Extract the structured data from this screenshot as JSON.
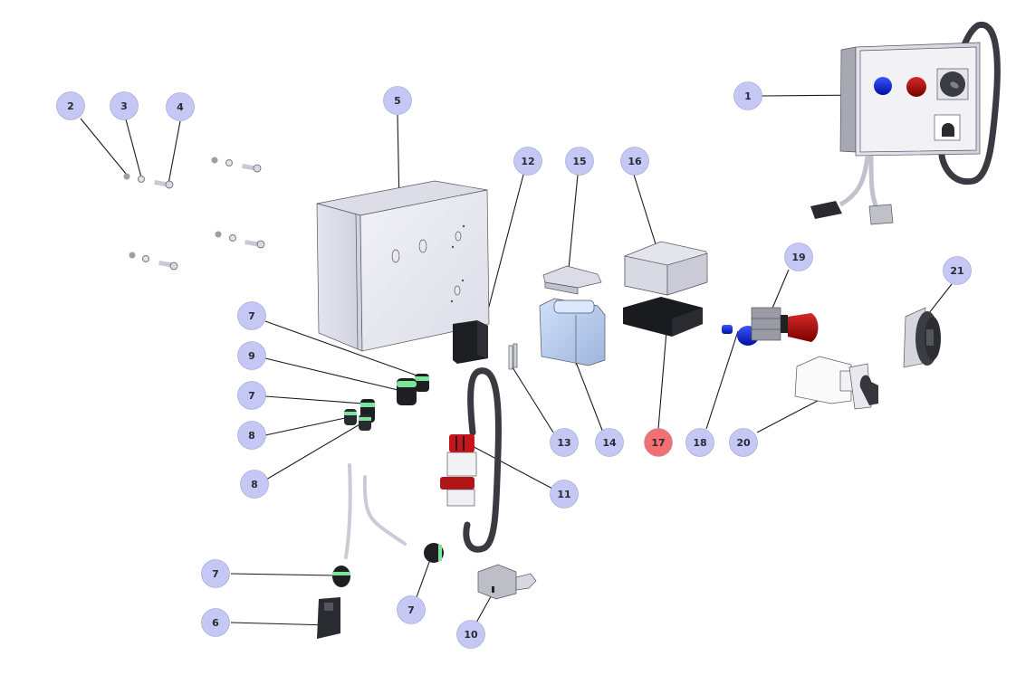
{
  "diagram": {
    "type": "exploded-assembly",
    "subject": "electrical control box assembly",
    "colors": {
      "callout_default": "#c5c8f5",
      "callout_highlight": "#f27070",
      "callout_text": "#2a2a35",
      "leader_line": "#1a1a1a",
      "seal_green": "#7be39a",
      "button_blue": "#1a2ee0",
      "button_red": "#b01010"
    },
    "callouts": [
      {
        "id": "c1",
        "label": "1",
        "highlighted": false,
        "part": "assembled control box"
      },
      {
        "id": "c2",
        "label": "2",
        "highlighted": false,
        "part": "nut"
      },
      {
        "id": "c3",
        "label": "3",
        "highlighted": false,
        "part": "washer"
      },
      {
        "id": "c4",
        "label": "4",
        "highlighted": false,
        "part": "screw"
      },
      {
        "id": "c5",
        "label": "5",
        "highlighted": false,
        "part": "enclosure"
      },
      {
        "id": "c6",
        "label": "6",
        "highlighted": false,
        "part": "cable clamp"
      },
      {
        "id": "c7a",
        "label": "7",
        "highlighted": false,
        "part": "cable gland"
      },
      {
        "id": "c9",
        "label": "9",
        "highlighted": false,
        "part": "cable gland large"
      },
      {
        "id": "c7b",
        "label": "7",
        "highlighted": false,
        "part": "cable gland"
      },
      {
        "id": "c8a",
        "label": "8",
        "highlighted": false,
        "part": "cable gland small"
      },
      {
        "id": "c8b",
        "label": "8",
        "highlighted": false,
        "part": "cable gland small"
      },
      {
        "id": "c7c",
        "label": "7",
        "highlighted": false,
        "part": "cable gland"
      },
      {
        "id": "c7d",
        "label": "7",
        "highlighted": false,
        "part": "cable gland"
      },
      {
        "id": "c10",
        "label": "10",
        "highlighted": false,
        "part": "connector"
      },
      {
        "id": "c11",
        "label": "11",
        "highlighted": false,
        "part": "power plug with cable"
      },
      {
        "id": "c12",
        "label": "12",
        "highlighted": false,
        "part": "terminal block"
      },
      {
        "id": "c13",
        "label": "13",
        "highlighted": false,
        "part": "rail pins"
      },
      {
        "id": "c14",
        "label": "14",
        "highlighted": false,
        "part": "transformer"
      },
      {
        "id": "c15",
        "label": "15",
        "highlighted": false,
        "part": "mounting plate"
      },
      {
        "id": "c16",
        "label": "16",
        "highlighted": false,
        "part": "relay cover"
      },
      {
        "id": "c17",
        "label": "17",
        "highlighted": true,
        "part": "relay base"
      },
      {
        "id": "c18",
        "label": "18",
        "highlighted": false,
        "part": "blue push button"
      },
      {
        "id": "c19",
        "label": "19",
        "highlighted": false,
        "part": "red emergency button"
      },
      {
        "id": "c20",
        "label": "20",
        "highlighted": false,
        "part": "rotary switch"
      },
      {
        "id": "c21",
        "label": "21",
        "highlighted": false,
        "part": "rotary knob"
      }
    ]
  }
}
